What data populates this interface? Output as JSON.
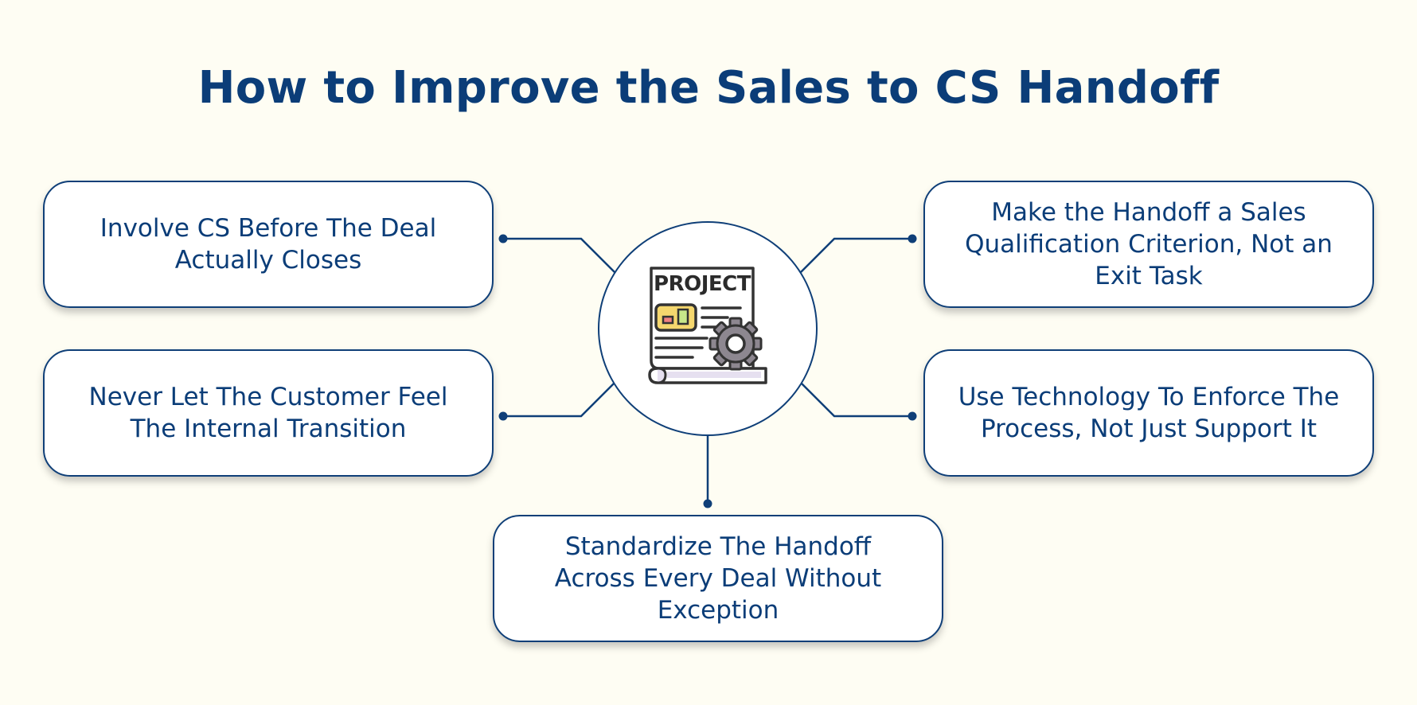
{
  "title": "How to Improve the Sales to CS Handoff",
  "hub": {
    "icon": "project-document-gear-icon",
    "icon_label": "PROJECT"
  },
  "items": [
    {
      "text": "Involve CS Before The Deal Actually Closes"
    },
    {
      "text": "Never Let The Customer Feel The Internal Transition"
    },
    {
      "text": "Make the Handoff a Sales Qualification Criterion, Not an Exit Task"
    },
    {
      "text": "Use Technology To Enforce The Process, Not Just Support It"
    },
    {
      "text": "Standardize The Handoff Across Every Deal Without Exception"
    }
  ],
  "colors": {
    "background": "#fefdf3",
    "primary": "#0b3d78",
    "card_border": "#0f3f78",
    "icon_yellow": "#f5d76e",
    "icon_green": "#c8e88a",
    "icon_red": "#f08080",
    "icon_gear": "#8d8790"
  }
}
